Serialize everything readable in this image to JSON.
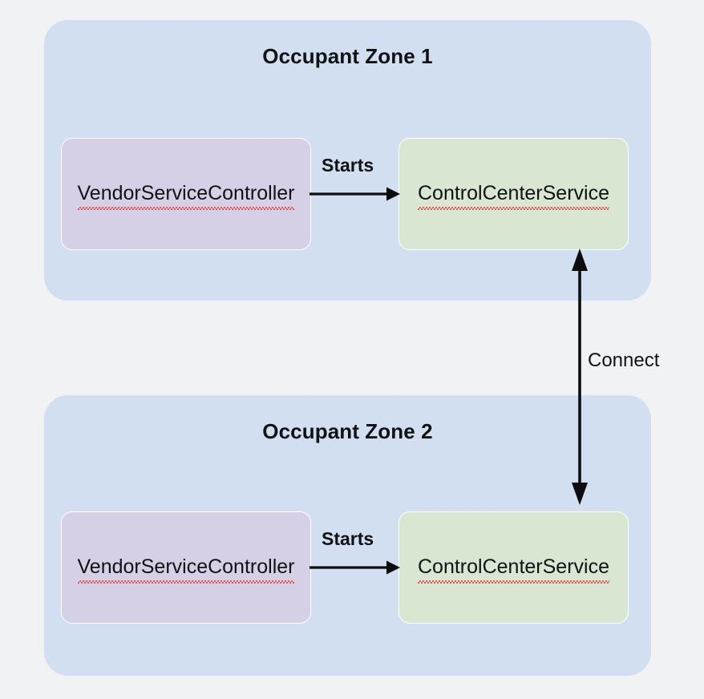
{
  "diagram": {
    "title_zone_1": "Occupant Zone 1",
    "title_zone_2": "Occupant Zone 2",
    "nodes": {
      "vendor_service_controller": "VendorServiceController",
      "control_center_service": "ControlCenterService"
    },
    "edges": {
      "starts": "Starts",
      "connect": "Connect"
    },
    "colors": {
      "page_background": "#f1f2f4",
      "zone_panel": "#d2dff0",
      "node_purple": "#d5d0e5",
      "node_green": "#d9e7d2",
      "node_border": "#ffffff",
      "text": "#111214",
      "arrow": "#0d0d0d",
      "spellcheck_underline": "#e8534a"
    }
  }
}
